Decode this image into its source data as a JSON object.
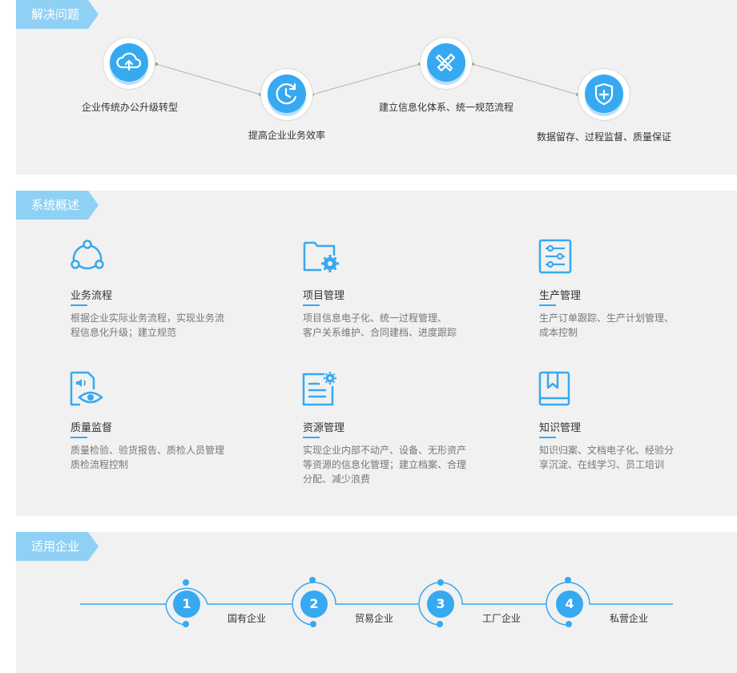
{
  "accent_color": "#36a9f0",
  "section1": {
    "tag": "解决问题",
    "steps": [
      {
        "label": "企业传统办公升级转型",
        "icon": "cloud-upload-icon"
      },
      {
        "label": "提高企业业务效率",
        "icon": "clock-refresh-icon"
      },
      {
        "label": "建立信息化体系、统一规范流程",
        "icon": "pencil-ruler-icon"
      },
      {
        "label": "数据留存、过程监督、质量保证",
        "icon": "shield-plus-icon"
      }
    ]
  },
  "section2": {
    "tag": "系统概述",
    "features": [
      {
        "title": "业务流程",
        "desc1": "根据企业实际业务流程，实现业务流",
        "desc2": "程信息化升级；建立规范",
        "desc3": "",
        "icon": "workflow-nodes-icon"
      },
      {
        "title": "项目管理",
        "desc1": "项目信息电子化、统一过程管理、",
        "desc2": "客户关系维护、合同建档、进度跟踪",
        "desc3": "",
        "icon": "folder-gear-icon"
      },
      {
        "title": "生产管理",
        "desc1": "生产订单跟踪、生产计划管理、",
        "desc2": "成本控制",
        "desc3": "",
        "icon": "sliders-panel-icon"
      },
      {
        "title": "质量监督",
        "desc1": "质量检验、验货报告、质检人员管理",
        "desc2": "质检流程控制",
        "desc3": "",
        "icon": "document-eye-icon"
      },
      {
        "title": "资源管理",
        "desc1": "实现企业内部不动产、设备、无形资产",
        "desc2": "等资源的信息化管理；建立档案、合理",
        "desc3": "分配、减少浪费",
        "icon": "list-gear-icon"
      },
      {
        "title": "知识管理",
        "desc1": "知识归案、文档电子化、经验分",
        "desc2": "享沉淀、在线学习、员工培训",
        "desc3": "",
        "icon": "bookmark-book-icon"
      }
    ]
  },
  "section3": {
    "tag": "适用企业",
    "items": [
      {
        "num": "1",
        "label": "国有企业"
      },
      {
        "num": "2",
        "label": "贸易企业"
      },
      {
        "num": "3",
        "label": "工厂企业"
      },
      {
        "num": "4",
        "label": "私营企业"
      }
    ]
  }
}
